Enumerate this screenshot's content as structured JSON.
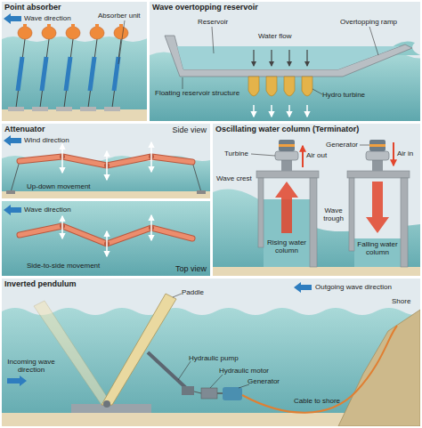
{
  "diagram": {
    "nodes": [
      {
        "text": [
          "Point absorber"
        ]
      },
      {
        "text": [
          "Wave overtopping reservoir"
        ]
      },
      {
        "text": [
          "Attenuator",
          "Side view"
        ]
      },
      {
        "text": [
          "Top view"
        ]
      },
      {
        "text": [
          "Oscillating water column (Terminator)"
        ]
      },
      {
        "text": [
          "Inverted pendulum"
        ]
      }
    ],
    "labels": [
      "Wave direction",
      "Absorber unit",
      "Reservoir",
      "Overtopping ramp",
      "Water flow",
      "Floating reservoir structure",
      "Hydro turbine",
      "Wind direction",
      "Up-down movement",
      "Wave direction",
      "Side-to-side movement",
      "Turbine",
      "Air out",
      "Generator",
      "Air in",
      "Wave crest",
      "Rising water column",
      "Wave trough",
      "Falling water column",
      "Paddle",
      "Outgoing wave direction",
      "Shore",
      "Incoming wave direction",
      "Hydraulic pump",
      "Hydraulic motor",
      "Generator",
      "Cable to shore"
    ]
  }
}
